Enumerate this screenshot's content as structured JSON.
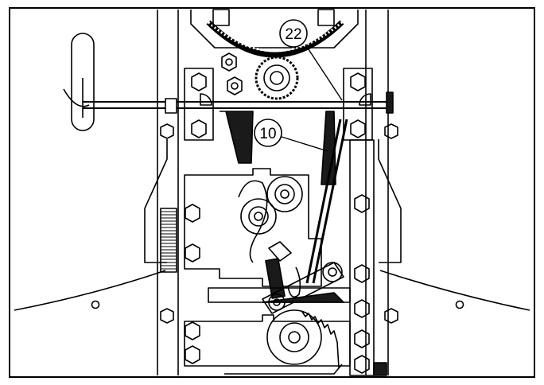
{
  "diagram": {
    "callouts": [
      {
        "id": "callout-22",
        "label": "22"
      },
      {
        "id": "callout-10",
        "label": "10"
      }
    ],
    "colors": {
      "line": "#000000",
      "background": "#ffffff",
      "dark": "#1a1a1a"
    }
  }
}
